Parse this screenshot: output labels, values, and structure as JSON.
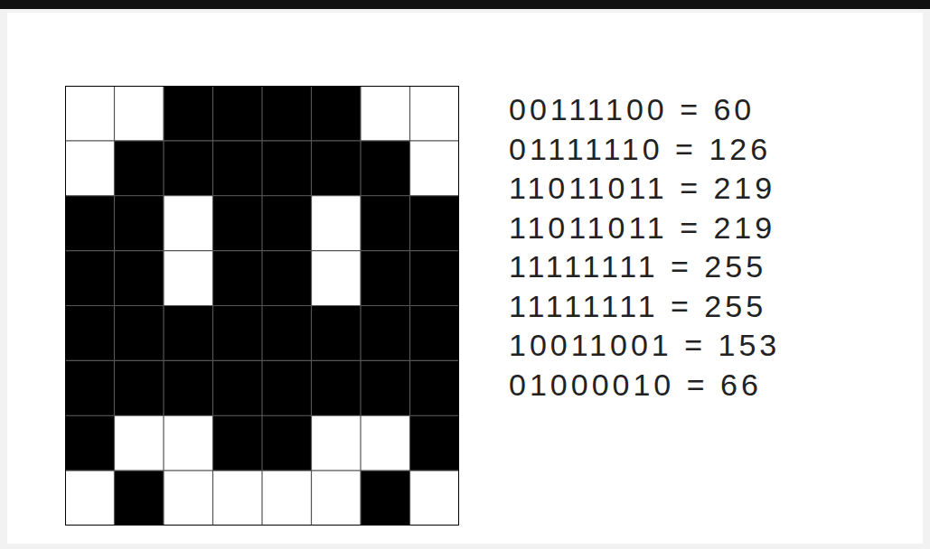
{
  "diagram": {
    "labels": [
      "00111100 = 60",
      "01111110 = 126",
      "11011011 = 219",
      "11011011 = 219",
      "11111111 = 255",
      "11111111 = 255",
      "10011001 = 153",
      "01000010 = 66"
    ]
  }
}
